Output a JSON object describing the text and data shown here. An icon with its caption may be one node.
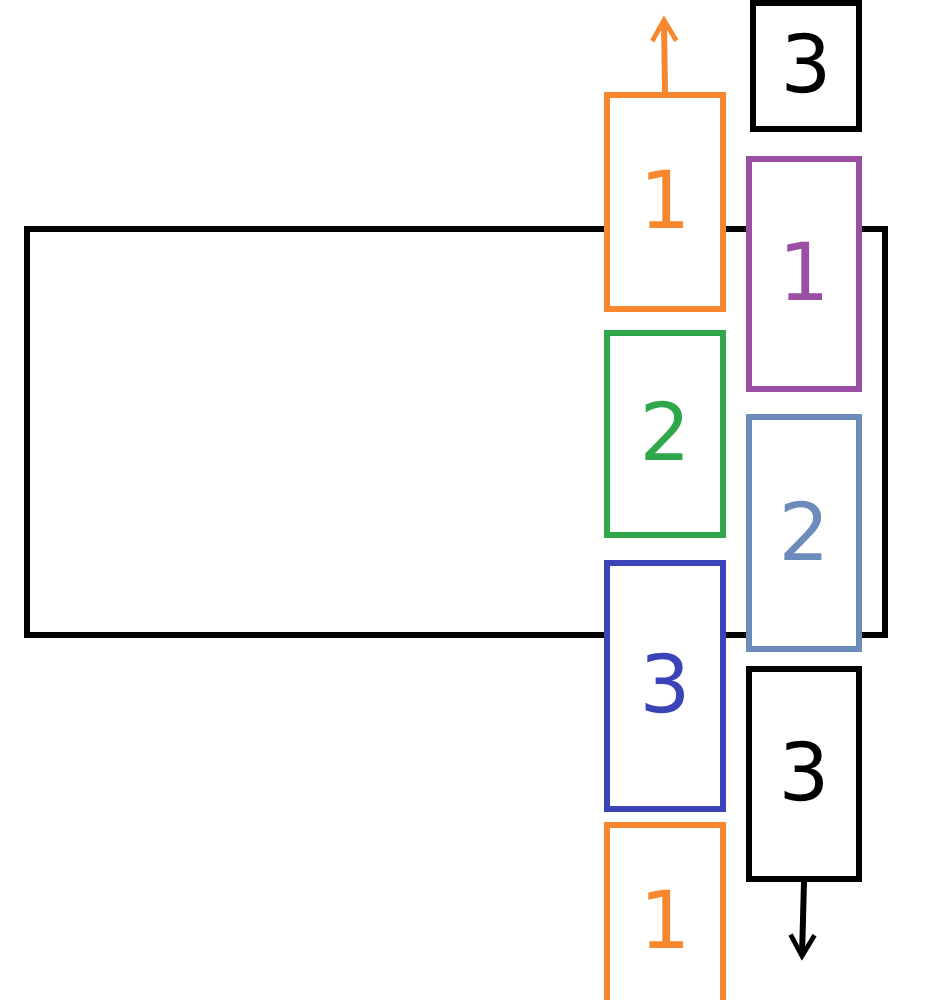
{
  "diagram": {
    "nodes": [
      {
        "text": [
          "3"
        ]
      },
      {
        "text": [
          "1"
        ]
      },
      {
        "text": [
          "1"
        ]
      },
      {
        "text": [],
        "shape": "box"
      },
      {
        "text": [
          "2"
        ],
        "in": 3
      },
      {
        "text": [
          "2"
        ]
      },
      {
        "text": [
          "3"
        ]
      },
      {
        "text": [
          "3"
        ]
      },
      {
        "text": [
          "1"
        ]
      }
    ],
    "edges": [
      {
        "from": 1,
        "to": null,
        "arrow": "to",
        "color": "#f7882f"
      },
      {
        "from": 7,
        "to": null,
        "arrow": "to",
        "color": "#000000"
      }
    ]
  }
}
